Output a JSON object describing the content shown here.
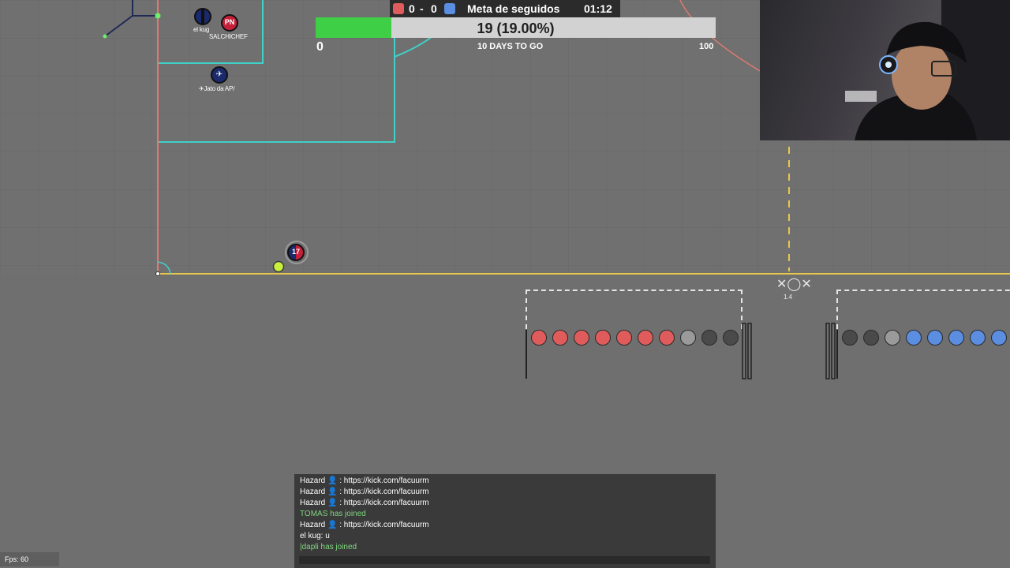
{
  "score": {
    "red": "0",
    "sep": "-",
    "blue": "0",
    "red_color": "#e05c5c",
    "blue_color": "#5b8de0"
  },
  "goal": {
    "title": "Meta de seguidos",
    "timer": "01:12",
    "progress_text": "19 (19.00%)",
    "progress": 0.19,
    "min": "0",
    "max": "100",
    "days_left": "10 DAYS TO GO",
    "fill_color": "#3fcf47"
  },
  "players": [
    {
      "name": "el kug",
      "badge": ""
    },
    {
      "name": "SALCHICHEF",
      "badge": "PN"
    },
    {
      "name": "✈Jato da AP/",
      "badge": "✈"
    },
    {
      "name": "",
      "badge": "17"
    }
  ],
  "substitutes": {
    "center_label": "1.4",
    "red_slots_filled": 7,
    "neutral_slots": 3,
    "blue_slots_filled": 5
  },
  "chat": {
    "messages": [
      {
        "text": "Hazard 👤 : https://kick.com/facuurm",
        "type": "msg"
      },
      {
        "text": "Hazard 👤 : https://kick.com/facuurm",
        "type": "msg"
      },
      {
        "text": "Hazard 👤 : https://kick.com/facuurm",
        "type": "msg"
      },
      {
        "text": "TOMAS has joined",
        "type": "join"
      },
      {
        "text": "Hazard 👤 : https://kick.com/facuurm",
        "type": "msg"
      },
      {
        "text": "el kug: u",
        "type": "msg"
      },
      {
        "text": "|dapli has joined",
        "type": "join"
      }
    ]
  },
  "fps": "Fps: 60",
  "colors": {
    "field_line": "#e8c84a",
    "box_line": "#3fd1c8",
    "side_line": "#e07a6e",
    "join_text": "#7fd67f"
  }
}
